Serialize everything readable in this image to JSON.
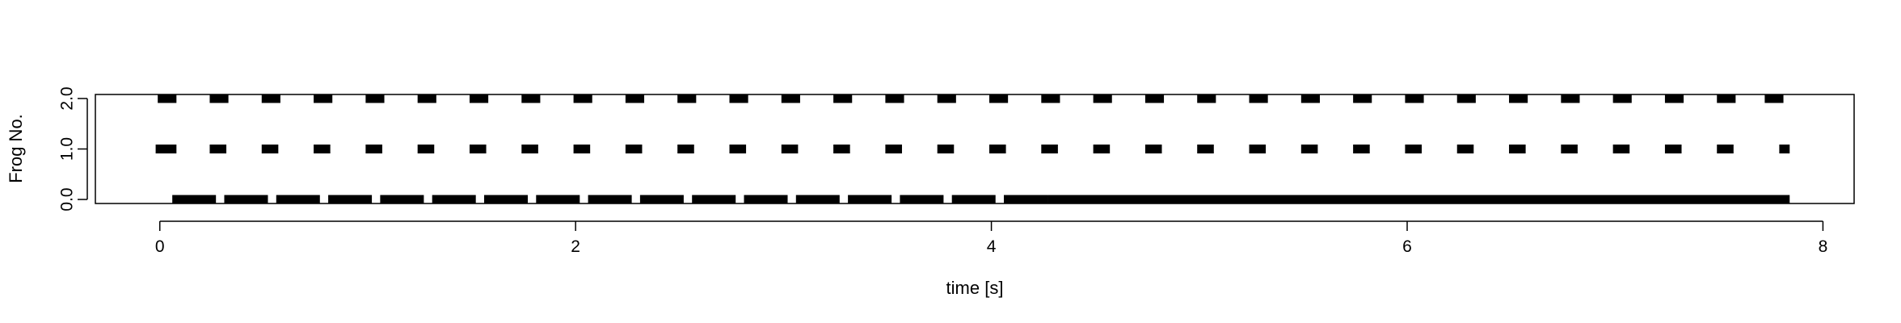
{
  "chart_data": {
    "type": "scatter",
    "title": "",
    "xlabel": "time [s]",
    "ylabel": "Frog No.",
    "xlim": [
      -0.31,
      8.15
    ],
    "ylim": [
      -0.08,
      2.08
    ],
    "x_ticks": [
      "0",
      "2",
      "4",
      "6",
      "8"
    ],
    "y_ticks": [
      "0.0",
      "1.0",
      "2.0"
    ],
    "grid": false,
    "legend": "none",
    "series": [
      {
        "frog": 2,
        "segments": [
          [
            -0.01,
            0.08
          ],
          [
            0.24,
            0.33
          ],
          [
            0.49,
            0.58
          ],
          [
            0.74,
            0.83
          ],
          [
            0.99,
            1.08
          ],
          [
            1.24,
            1.33
          ],
          [
            1.49,
            1.58
          ],
          [
            1.74,
            1.83
          ],
          [
            1.99,
            2.08
          ],
          [
            2.24,
            2.33
          ],
          [
            2.49,
            2.58
          ],
          [
            2.74,
            2.83
          ],
          [
            2.99,
            3.08
          ],
          [
            3.24,
            3.33
          ],
          [
            3.49,
            3.58
          ],
          [
            3.74,
            3.83
          ],
          [
            3.99,
            4.08
          ],
          [
            4.24,
            4.33
          ],
          [
            4.49,
            4.58
          ],
          [
            4.74,
            4.83
          ],
          [
            4.99,
            5.08
          ],
          [
            5.24,
            5.33
          ],
          [
            5.49,
            5.58
          ],
          [
            5.74,
            5.83
          ],
          [
            5.99,
            6.08
          ],
          [
            6.24,
            6.33
          ],
          [
            6.49,
            6.58
          ],
          [
            6.74,
            6.83
          ],
          [
            6.99,
            7.08
          ],
          [
            7.24,
            7.33
          ],
          [
            7.49,
            7.58
          ],
          [
            7.72,
            7.81
          ]
        ]
      },
      {
        "frog": 1,
        "segments": [
          [
            -0.02,
            0.08
          ],
          [
            0.24,
            0.32
          ],
          [
            0.49,
            0.57
          ],
          [
            0.74,
            0.82
          ],
          [
            0.99,
            1.07
          ],
          [
            1.24,
            1.32
          ],
          [
            1.49,
            1.57
          ],
          [
            1.74,
            1.82
          ],
          [
            1.99,
            2.07
          ],
          [
            2.24,
            2.32
          ],
          [
            2.49,
            2.57
          ],
          [
            2.74,
            2.82
          ],
          [
            2.99,
            3.07
          ],
          [
            3.24,
            3.32
          ],
          [
            3.49,
            3.57
          ],
          [
            3.74,
            3.82
          ],
          [
            3.99,
            4.07
          ],
          [
            4.24,
            4.32
          ],
          [
            4.49,
            4.57
          ],
          [
            4.74,
            4.82
          ],
          [
            4.99,
            5.07
          ],
          [
            5.24,
            5.32
          ],
          [
            5.49,
            5.57
          ],
          [
            5.74,
            5.82
          ],
          [
            5.99,
            6.07
          ],
          [
            6.24,
            6.32
          ],
          [
            6.49,
            6.57
          ],
          [
            6.74,
            6.82
          ],
          [
            6.99,
            7.07
          ],
          [
            7.24,
            7.32
          ],
          [
            7.49,
            7.57
          ],
          [
            7.79,
            7.84
          ]
        ]
      },
      {
        "frog": 0,
        "segments": [
          [
            0.06,
            0.27
          ],
          [
            0.31,
            0.52
          ],
          [
            0.56,
            0.77
          ],
          [
            0.81,
            1.02
          ],
          [
            1.06,
            1.27
          ],
          [
            1.31,
            1.52
          ],
          [
            1.56,
            1.77
          ],
          [
            1.81,
            2.02
          ],
          [
            2.06,
            2.27
          ],
          [
            2.31,
            2.52
          ],
          [
            2.56,
            2.77
          ],
          [
            2.81,
            3.02
          ],
          [
            3.06,
            3.27
          ],
          [
            3.31,
            3.52
          ],
          [
            3.56,
            3.77
          ],
          [
            3.81,
            4.02
          ],
          [
            4.06,
            4.27
          ],
          [
            4.27,
            7.84
          ]
        ]
      }
    ]
  }
}
